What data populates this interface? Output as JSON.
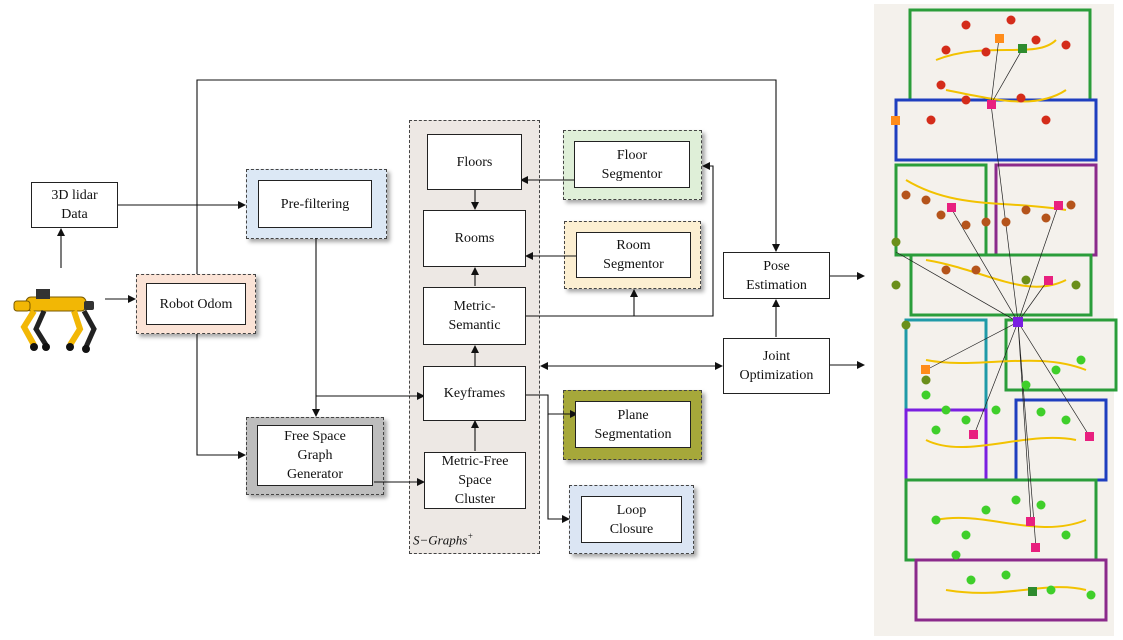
{
  "blocks": {
    "lidar": "3D lidar\nData",
    "robot_odom": "Robot Odom",
    "prefiltering": "Pre-filtering",
    "free_space_graph": "Free Space\nGraph\nGenerator",
    "floors": "Floors",
    "rooms": "Rooms",
    "metric_semantic": "Metric-\nSemantic",
    "keyframes": "Keyframes",
    "metric_free_space": "Metric-Free\nSpace\nCluster",
    "floor_segmentor": "Floor\nSegmentor",
    "room_segmentor": "Room\nSegmentor",
    "plane_segmentation": "Plane\nSegmentation",
    "loop_closure": "Loop\nClosure",
    "pose_estimation": "Pose\nEstimation",
    "joint_optimization": "Joint\nOptimization"
  },
  "sgraphs_label": {
    "name": "S−Graphs",
    "sup": "+"
  },
  "colors": {
    "robot_odom_bg": "#fbe3d6",
    "prefiltering_bg": "#dce8f5",
    "free_space_bg": "#bdbdbd",
    "floor_seg_bg": "#dfefd8",
    "room_seg_bg": "#fcefd2",
    "plane_seg_bg": "#a6a83a",
    "loop_closure_bg": "#dbe5f3",
    "sgraphs_panel_bg": "#ede8e4",
    "robot_yellow": "#f2b705",
    "floor_node": "#ff8c1a",
    "room_node_pink": "#e8207f",
    "room_node_green": "#2e8b2e",
    "top_floor_node": "#7a1fe0",
    "red_nodes": "#d42c1a",
    "brown_nodes": "#b5541b",
    "olive_nodes": "#6b8f1a",
    "green_nodes": "#3fcf2a"
  }
}
